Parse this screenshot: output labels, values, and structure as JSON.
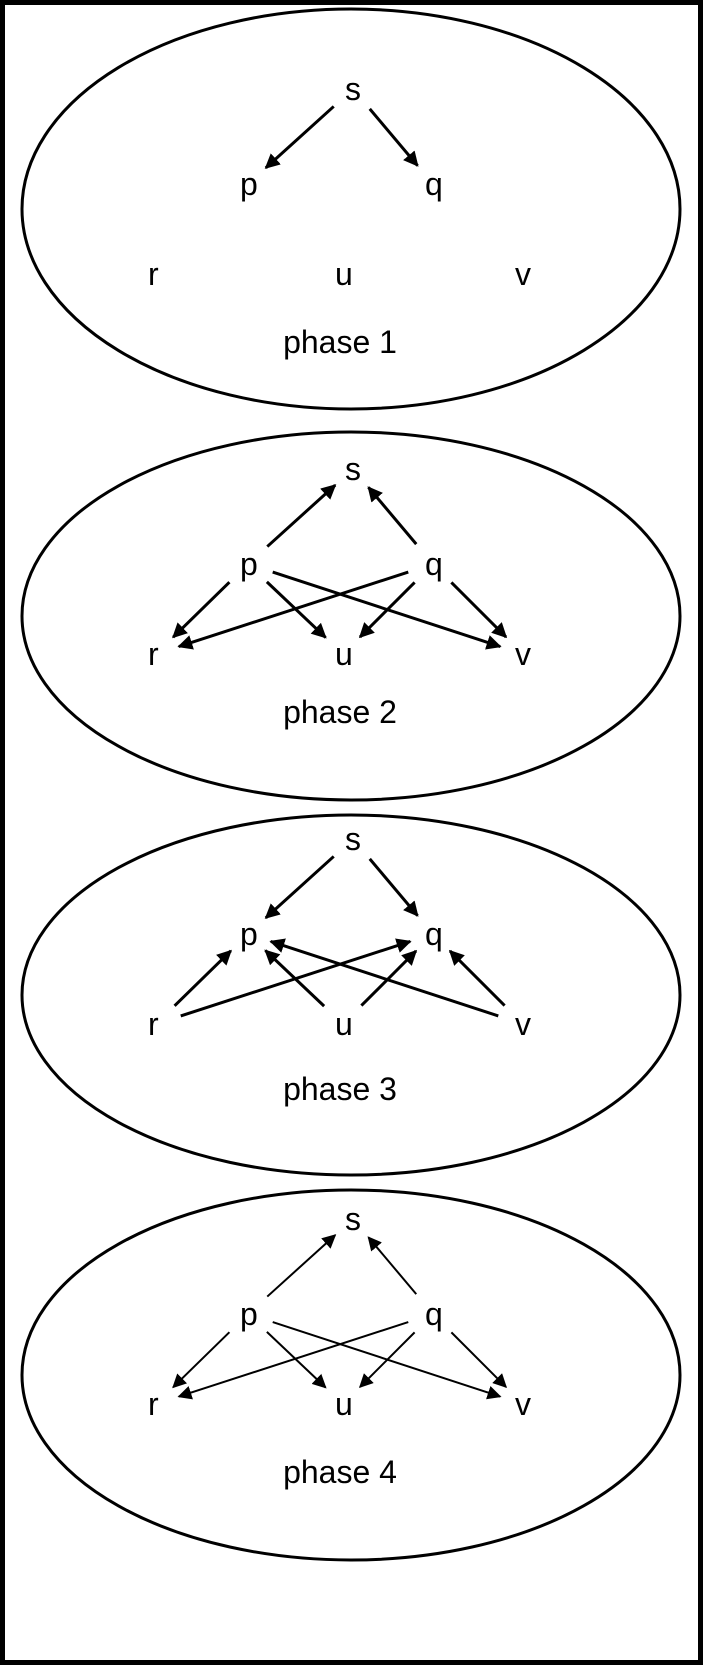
{
  "phases": [
    {
      "label": "phase 1",
      "nodes": [
        "s",
        "p",
        "q",
        "r",
        "u",
        "v"
      ],
      "edges": [
        [
          "s",
          "p"
        ],
        [
          "s",
          "q"
        ]
      ],
      "weight": "bold"
    },
    {
      "label": "phase 2",
      "nodes": [
        "s",
        "p",
        "q",
        "r",
        "u",
        "v"
      ],
      "edges": [
        [
          "p",
          "s"
        ],
        [
          "q",
          "s"
        ],
        [
          "p",
          "r"
        ],
        [
          "p",
          "u"
        ],
        [
          "p",
          "v"
        ],
        [
          "q",
          "r"
        ],
        [
          "q",
          "u"
        ],
        [
          "q",
          "v"
        ]
      ],
      "weight": "bold"
    },
    {
      "label": "phase 3",
      "nodes": [
        "s",
        "p",
        "q",
        "r",
        "u",
        "v"
      ],
      "edges": [
        [
          "s",
          "p"
        ],
        [
          "s",
          "q"
        ],
        [
          "r",
          "p"
        ],
        [
          "r",
          "q"
        ],
        [
          "u",
          "p"
        ],
        [
          "u",
          "q"
        ],
        [
          "v",
          "p"
        ],
        [
          "v",
          "q"
        ]
      ],
      "weight": "bold"
    },
    {
      "label": "phase 4",
      "nodes": [
        "s",
        "p",
        "q",
        "r",
        "u",
        "v"
      ],
      "edges": [
        [
          "p",
          "s"
        ],
        [
          "q",
          "s"
        ],
        [
          "p",
          "r"
        ],
        [
          "p",
          "u"
        ],
        [
          "p",
          "v"
        ],
        [
          "q",
          "r"
        ],
        [
          "q",
          "u"
        ],
        [
          "q",
          "v"
        ]
      ],
      "weight": "thin"
    }
  ]
}
